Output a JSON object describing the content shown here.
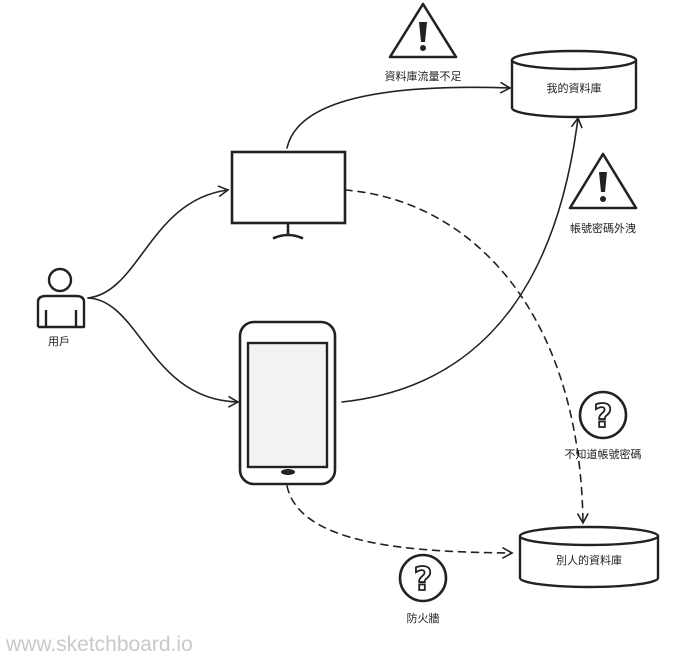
{
  "nodes": {
    "user_label": "用戶",
    "my_db_label": "我的資料庫",
    "other_db_label": "別人的資料庫"
  },
  "annotations": {
    "db_traffic_warning": "資料庫流量不足",
    "credential_leak_warning": "帳號密碼外洩",
    "unknown_credentials_question": "不知道帳號密碼",
    "firewall_question": "防火牆"
  },
  "watermark": "www.sketchboard.io",
  "icons": {
    "user": "person-icon",
    "desktop": "desktop-monitor-icon",
    "phone": "smartphone-icon",
    "warning": "warning-triangle-icon",
    "question": "question-circle-icon"
  }
}
